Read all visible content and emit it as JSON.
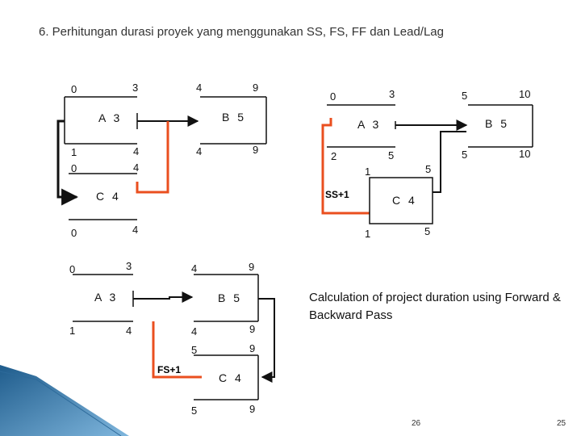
{
  "title": "6. Perhitungan durasi proyek yang menggunakan SS, FS, FF dan Lead/Lag",
  "diagram1": {
    "a_top": [
      "0",
      "3"
    ],
    "a_label": "A 3",
    "a_bottom": "1",
    "a_mid": "4",
    "b_top": [
      "4",
      "9"
    ],
    "b_label": "B 5",
    "b_bottom": [
      "4",
      "9"
    ],
    "c_top": [
      "0",
      "4"
    ],
    "c_label": "C 4",
    "c_bottom": [
      "0",
      "4"
    ]
  },
  "diagram2": {
    "a_top": [
      "0",
      "3"
    ],
    "a_label": "A 3",
    "a_bottom": [
      "2",
      "5"
    ],
    "b_top": [
      "5",
      "10"
    ],
    "b_label": "B 5",
    "b_bottom": [
      "5",
      "10"
    ],
    "c_top": [
      "1",
      "5"
    ],
    "c_label": "C 4",
    "c_bottom": [
      "1",
      "5"
    ],
    "relation": "SS+1"
  },
  "diagram3": {
    "a_top": [
      "0",
      "3"
    ],
    "a_label": "A 3",
    "a_bottom": [
      "1",
      "4"
    ],
    "b_top": [
      "4",
      "9"
    ],
    "b_label": "B 5",
    "b_bottom": [
      "4",
      "9"
    ],
    "c_top": [
      "5",
      "9"
    ],
    "c_label": "C 4",
    "c_bottom": [
      "5",
      "9"
    ],
    "relation": "FS+1"
  },
  "caption": "Calculation of project duration using Forward & Backward Pass",
  "page_left": "26",
  "page_right": "25"
}
